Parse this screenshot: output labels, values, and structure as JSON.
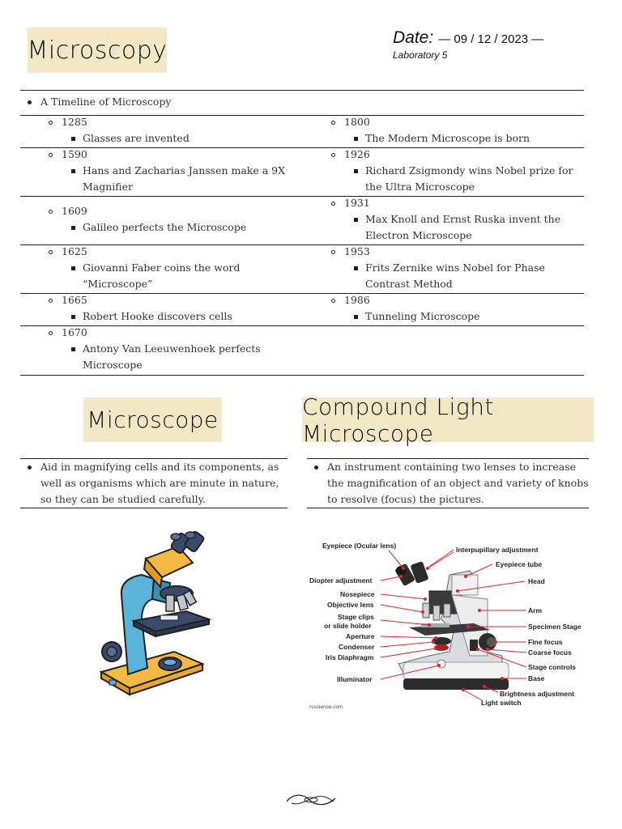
{
  "header": {
    "title": "Microscopy",
    "date_label": "Date:",
    "date_value": "— 09 / 12 / 2023 —",
    "subtitle": "Laboratory 5"
  },
  "timeline": {
    "heading": "A Timeline of Microscopy",
    "left": [
      {
        "year": "1285",
        "event": [
          "Glasses are invented"
        ]
      },
      {
        "year": "1590",
        "event": [
          "Hans and Zacharias Janssen make a 9X",
          "Magnifier"
        ]
      },
      {
        "year": "1609",
        "event": [
          "Galileo perfects the Microscope"
        ]
      },
      {
        "year": "1625",
        "event": [
          "Giovanni Faber coins the word",
          "“Microscope”"
        ]
      },
      {
        "year": "1665",
        "event": [
          "Robert Hooke discovers cells"
        ]
      },
      {
        "year": "1670",
        "event": [
          "Antony Van Leeuwenhoek perfects",
          "Microscope"
        ]
      }
    ],
    "right": [
      {
        "year": "1800",
        "event": [
          "The Modern Microscope is born"
        ]
      },
      {
        "year": "1926",
        "event": [
          "Richard Zsigmondy wins Nobel prize for",
          "the Ultra Microscope"
        ]
      },
      {
        "year": "1931",
        "event": [
          "Max Knoll and Ernst Ruska invent the",
          "Electron Microscope"
        ]
      },
      {
        "year": "1953",
        "event": [
          "Frits Zernike wins Nobel for Phase",
          "Contrast Method"
        ]
      },
      {
        "year": "1986",
        "event": [
          "Tunneling Microscope"
        ]
      }
    ]
  },
  "microscope": {
    "title": "Microscope",
    "definition": [
      "Aid in magnifying cells and its components, as",
      "well as organisms which are minute in nature,",
      "so they can be studied carefully."
    ]
  },
  "compound": {
    "title": "Compound Light Microscope",
    "definition": [
      "An instrument containing two lenses to increase",
      "the magnification of an object and variety of knobs",
      "to resolve (focus) the pictures."
    ]
  },
  "diagram": {
    "labels_left": [
      "Eyepiece (Ocular lens)",
      "Diopter adjustment",
      "Nosepiece",
      "Objective lens",
      "Stage clips",
      "or slide holder",
      "Aperture",
      "Condenser",
      "Iris Diaphragm",
      "Illuminator"
    ],
    "labels_right": [
      "Interpupillary adjustment",
      "Eyepiece tube",
      "Head",
      "Arm",
      "Specimen Stage",
      "Fine focus",
      "Coarse focus",
      "Stage controls",
      "Base",
      "Brightness adjustment",
      "Light switch"
    ],
    "source": "rsscience.com",
    "label_color": "#d8282a"
  }
}
